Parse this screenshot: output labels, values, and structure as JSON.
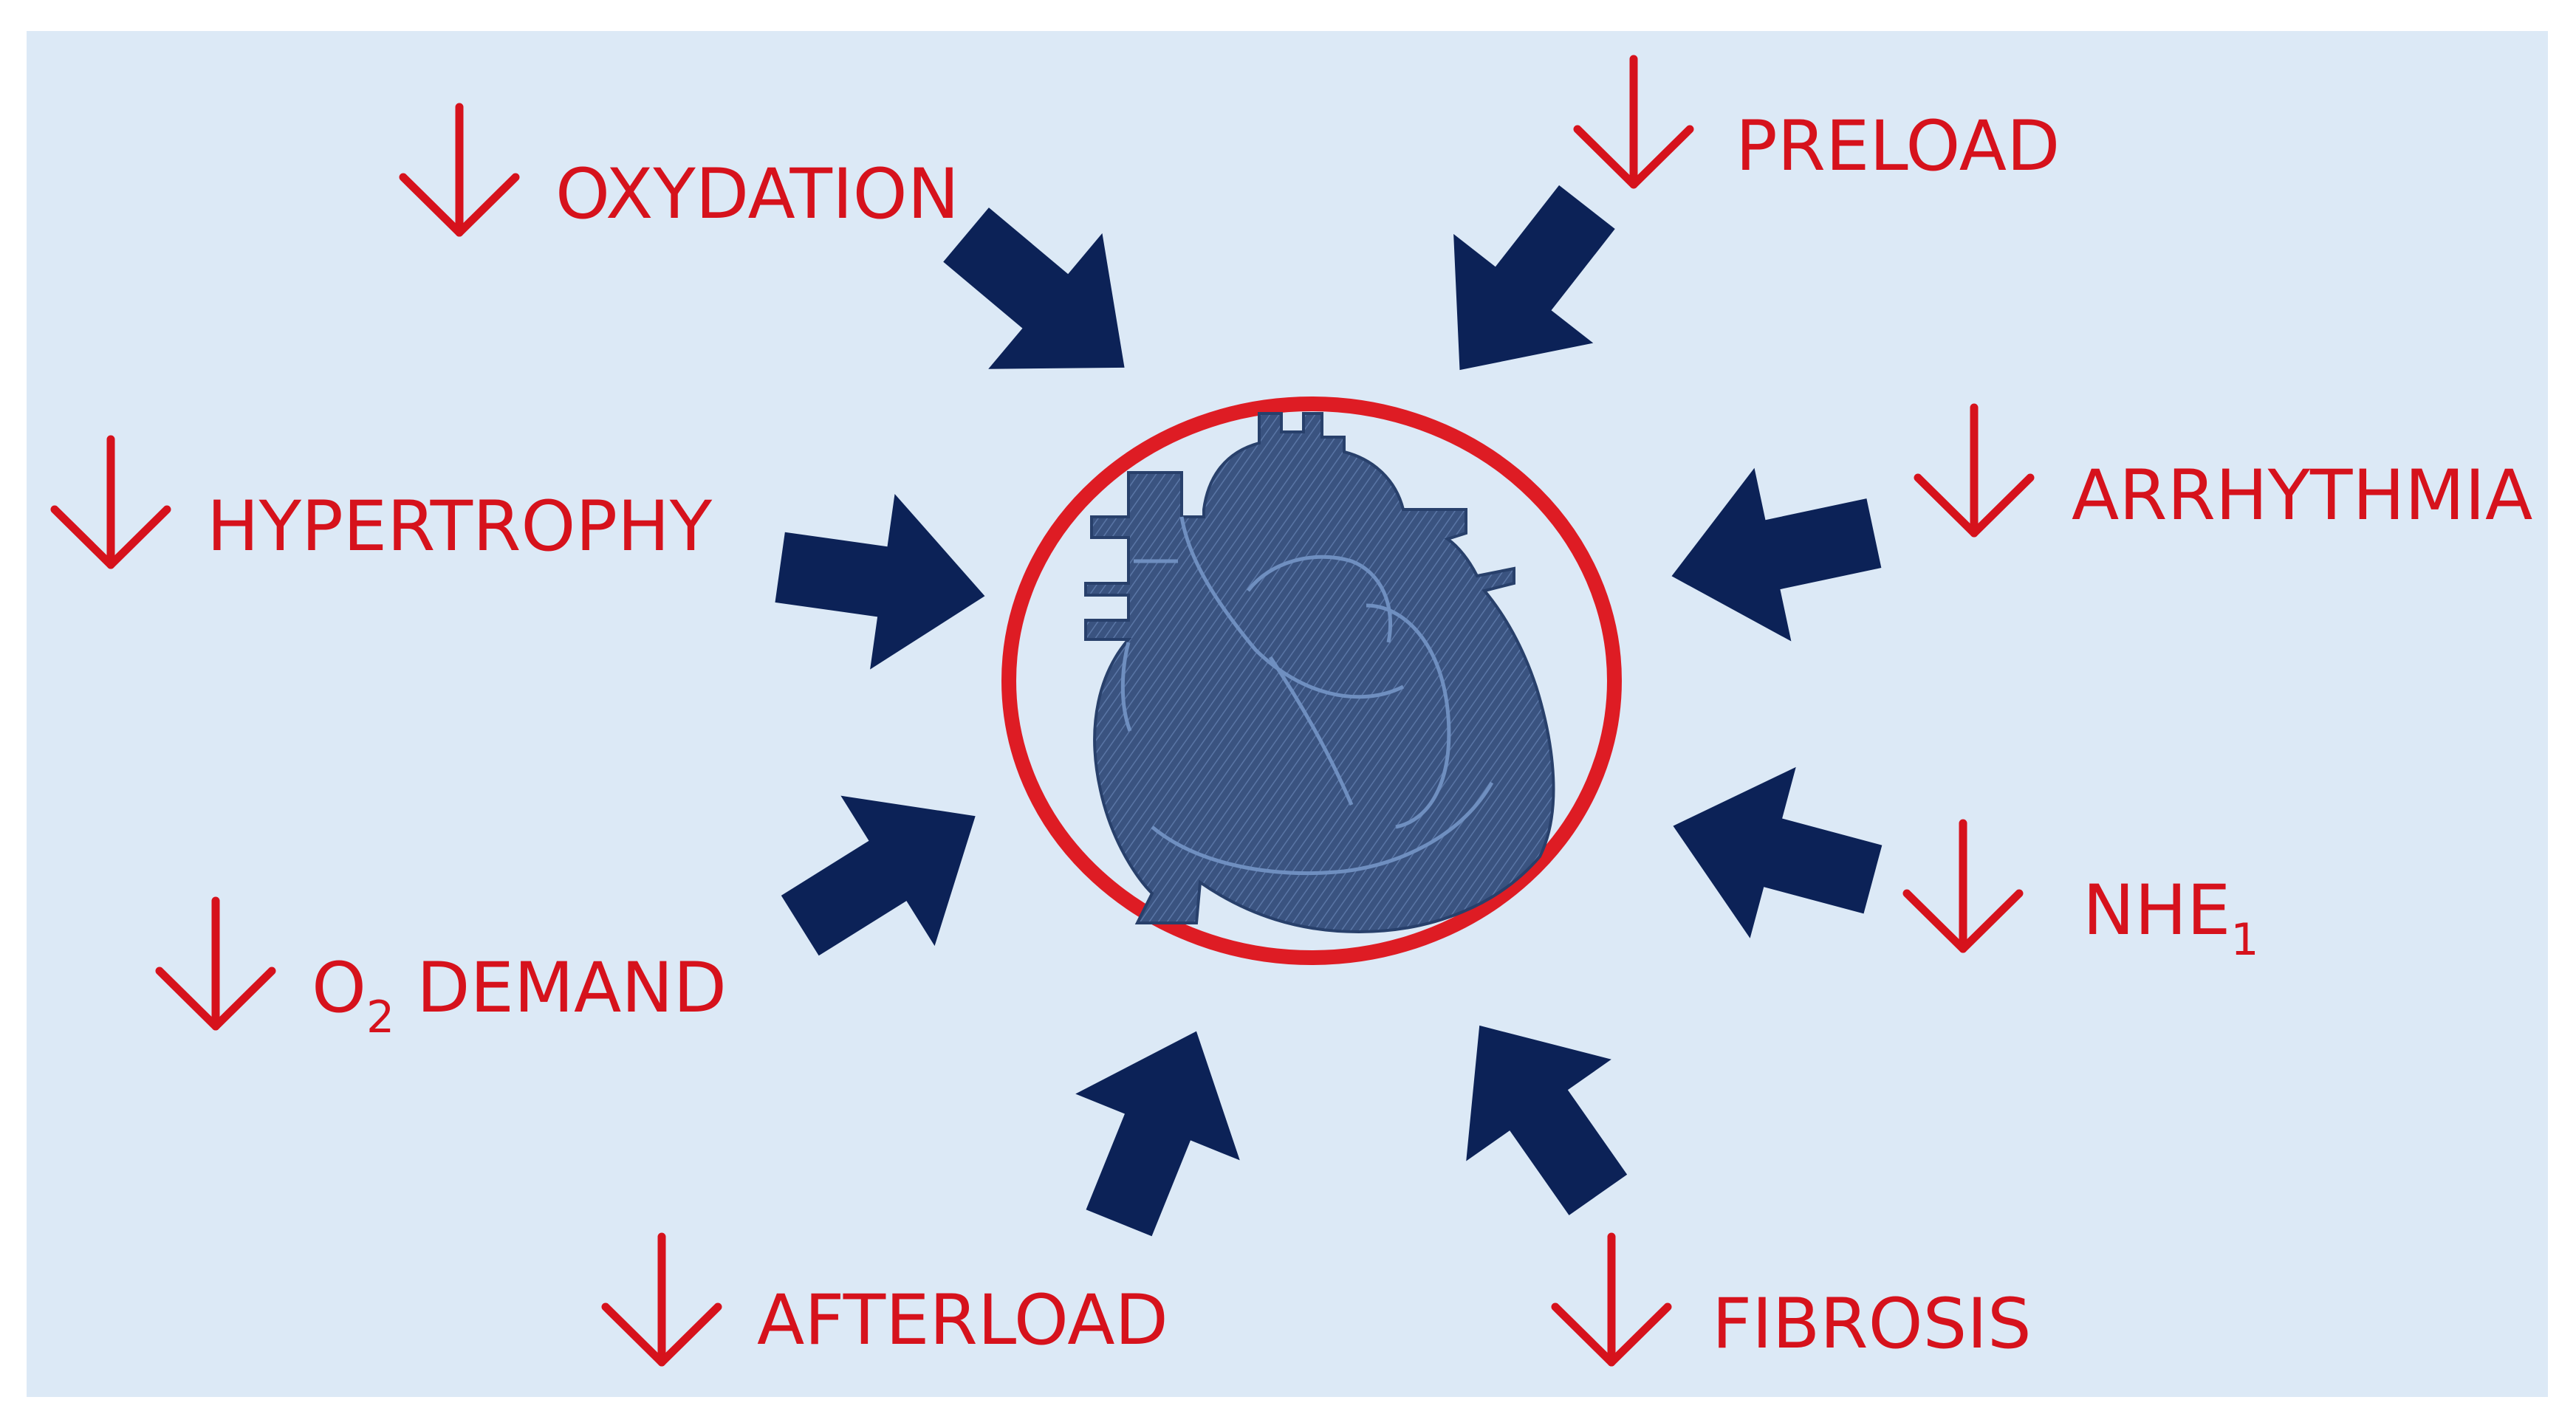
{
  "colors": {
    "background": "#dce9f6",
    "label_red": "#d6121c",
    "arrow_navy": "#0c2257",
    "heart_blue": "#3a5380",
    "heart_outline": "#6f8fc0",
    "ring_red": "#de1c24"
  },
  "decrease_symbol": "↓",
  "factors": [
    {
      "id": "oxydation",
      "text": "OXYDATION"
    },
    {
      "id": "preload",
      "text": "PRELOAD"
    },
    {
      "id": "hypertrophy",
      "text": "HYPERTROPHY"
    },
    {
      "id": "arrhythmia",
      "text": "ARRHYTHMIA"
    },
    {
      "id": "o2-demand",
      "text": "O",
      "subscript": "2",
      "text_after": " DEMAND"
    },
    {
      "id": "nhe1",
      "text": "NHE",
      "subscript": "1"
    },
    {
      "id": "afterload",
      "text": "AFTERLOAD"
    },
    {
      "id": "fibrosis",
      "text": "FIBROSIS"
    }
  ],
  "center_icon": "heart-icon"
}
